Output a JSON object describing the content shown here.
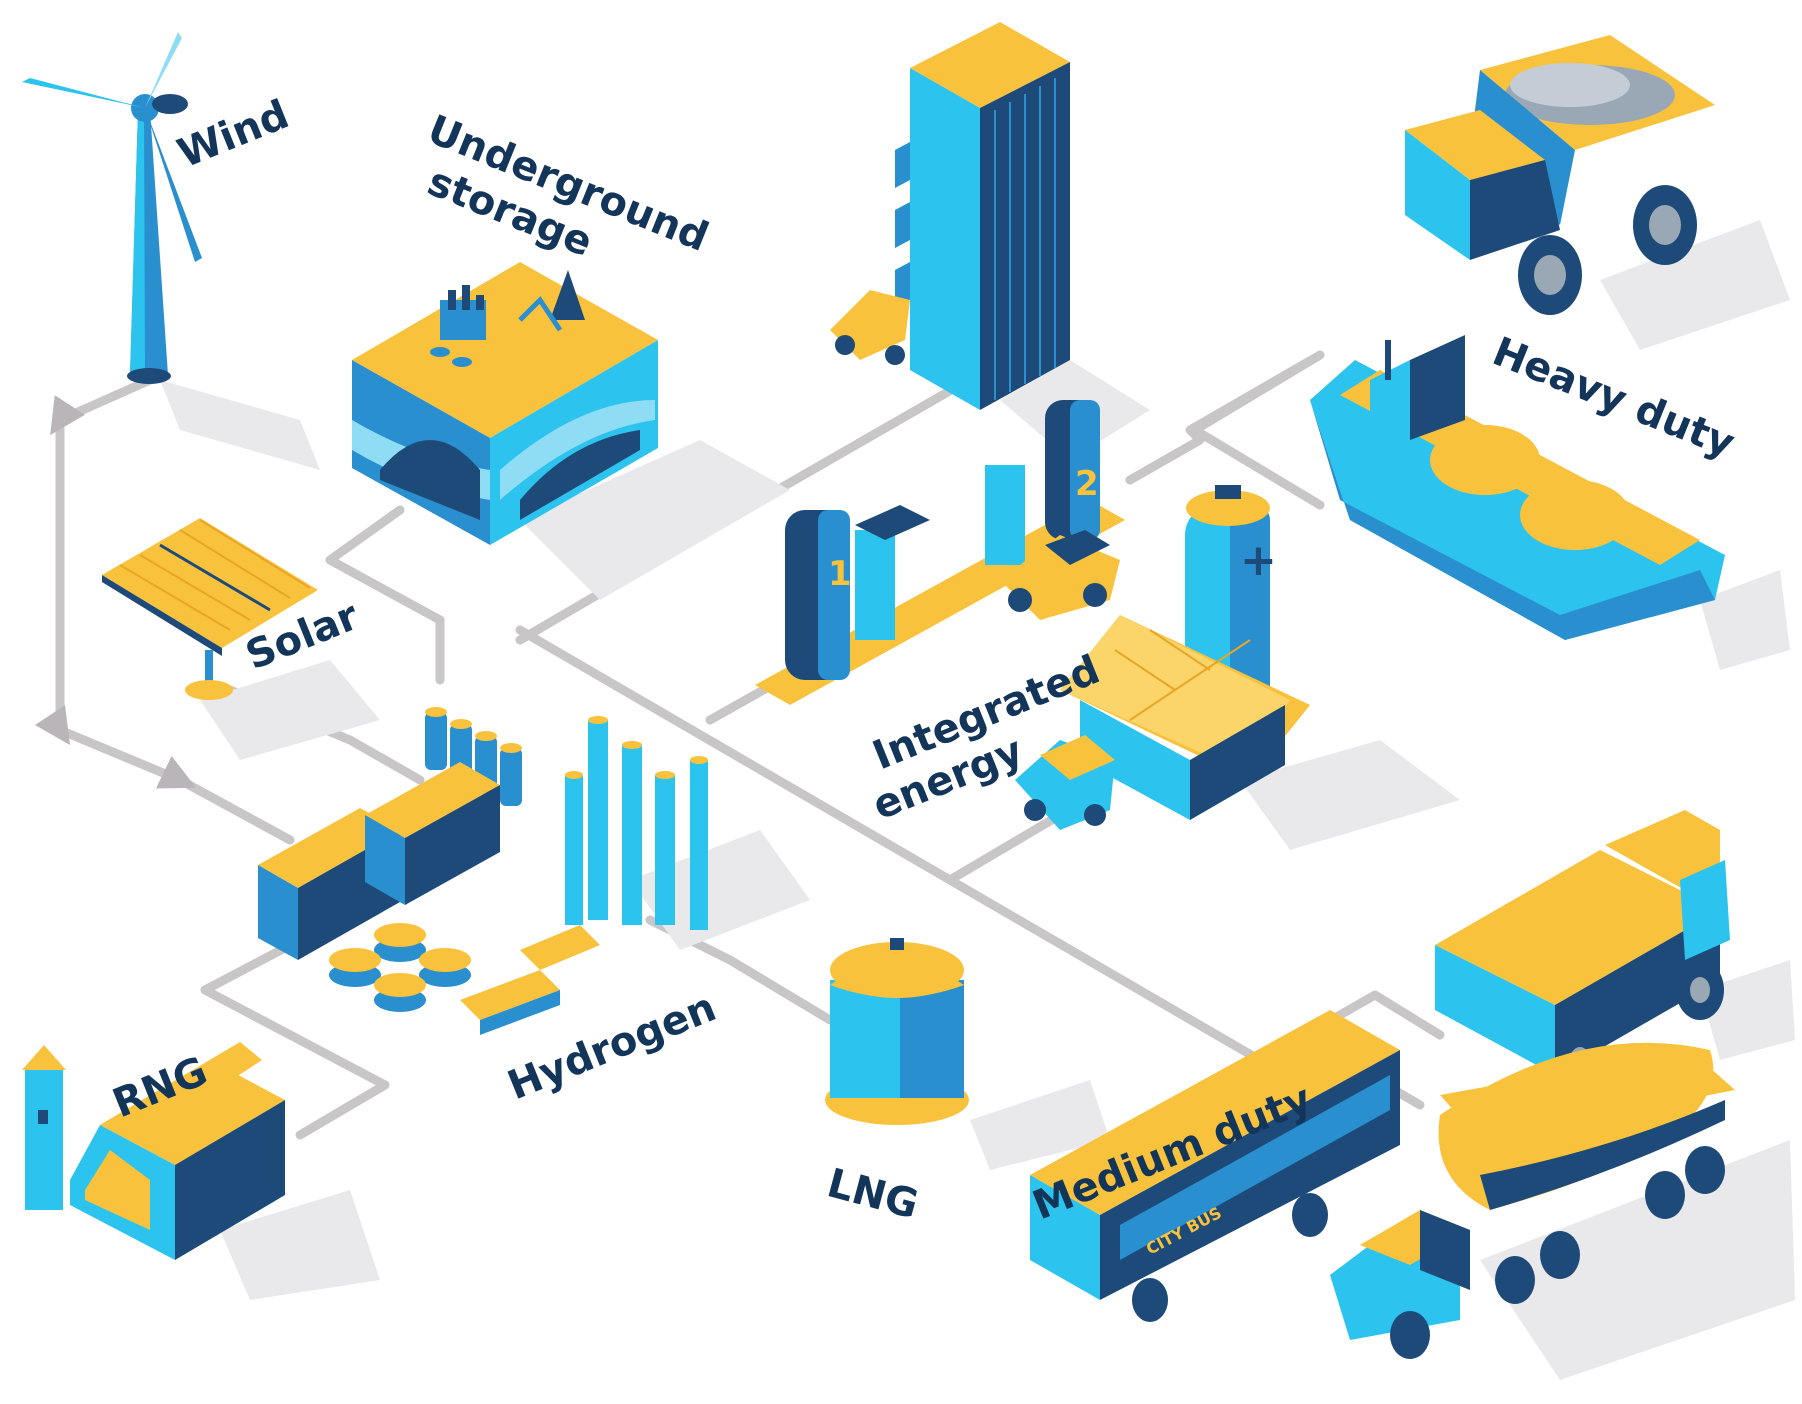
{
  "labels": {
    "wind": "Wind",
    "underground_storage_line1": "Underground",
    "underground_storage_line2": "storage",
    "solar": "Solar",
    "hydrogen": "Hydrogen",
    "rng": "RNG",
    "lng": "LNG",
    "integrated_energy_line1": "Integrated",
    "integrated_energy_line2": "energy",
    "heavy_duty": "Heavy duty",
    "medium_duty": "Medium duty",
    "station_pump_1": "1",
    "station_pump_2": "2",
    "battery_plus": "+",
    "bus_sign": "CITY BUS"
  },
  "colors": {
    "label_text": "#14355a",
    "accent_yellow": "#f9c23c",
    "accent_cyan": "#2cc3ee",
    "dark_blue": "#1d4a78",
    "flow_line": "#c9c6c8"
  }
}
